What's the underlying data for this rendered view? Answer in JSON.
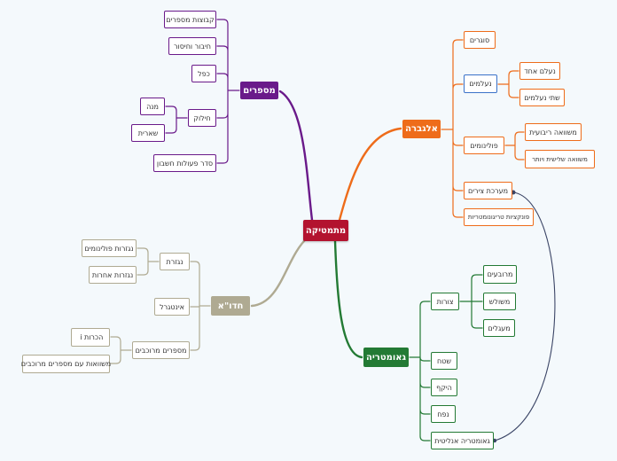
{
  "colors": {
    "background": "#f4f9fc",
    "root": "#b3132f",
    "numbers": "#6a1a8a",
    "algebra": "#ee6c1a",
    "geometry": "#237a34",
    "hedva": "#afaa92",
    "connector": "#3b4566",
    "selected_border": "#3a72c9"
  },
  "root": {
    "label": "מתמטיקה"
  },
  "numbers": {
    "label": "מספרים",
    "items": [
      {
        "label": "קבוצות מספרים"
      },
      {
        "label": "חיבור וחיסור"
      },
      {
        "label": "כפל"
      },
      {
        "label": "חילוק",
        "children": [
          {
            "label": "מנה"
          },
          {
            "label": "שארית"
          }
        ]
      },
      {
        "label": "סדר פעולות חשבון"
      }
    ]
  },
  "algebra": {
    "label": "אלגברה",
    "items": [
      {
        "label": "סוגרים"
      },
      {
        "label": "נעלמים",
        "children": [
          {
            "label": "נעלם אחד"
          },
          {
            "label": "שתי נעלמים"
          }
        ]
      },
      {
        "label": "פולינומים",
        "children": [
          {
            "label": "משוואה ריבועית"
          },
          {
            "label": "משוואה שלישית ויותר"
          }
        ]
      },
      {
        "label": "מערכת צירים"
      },
      {
        "label": "פונקציות טריגונומטריות"
      }
    ]
  },
  "geometry": {
    "label": "גאומטריה",
    "items": [
      {
        "label": "צורות",
        "children": [
          {
            "label": "מרובעים"
          },
          {
            "label": "משולש"
          },
          {
            "label": "מעגלים"
          }
        ]
      },
      {
        "label": "שטח"
      },
      {
        "label": "היקף"
      },
      {
        "label": "נפח"
      },
      {
        "label": "גאומטריה אנליטית"
      }
    ]
  },
  "hedva": {
    "label": "חדו\"א",
    "items": [
      {
        "label": "נגזרת",
        "children": [
          {
            "label": "נגזרות פולינומים"
          },
          {
            "label": "נגזרות אחרות"
          }
        ]
      },
      {
        "label": "אינטגרל"
      },
      {
        "label": "מספרים מרוכבים",
        "children": [
          {
            "label": "הכרות ‎i‎ ‏"
          },
          {
            "label": "משוואות עם מספרים מרוכבים"
          }
        ]
      }
    ]
  }
}
